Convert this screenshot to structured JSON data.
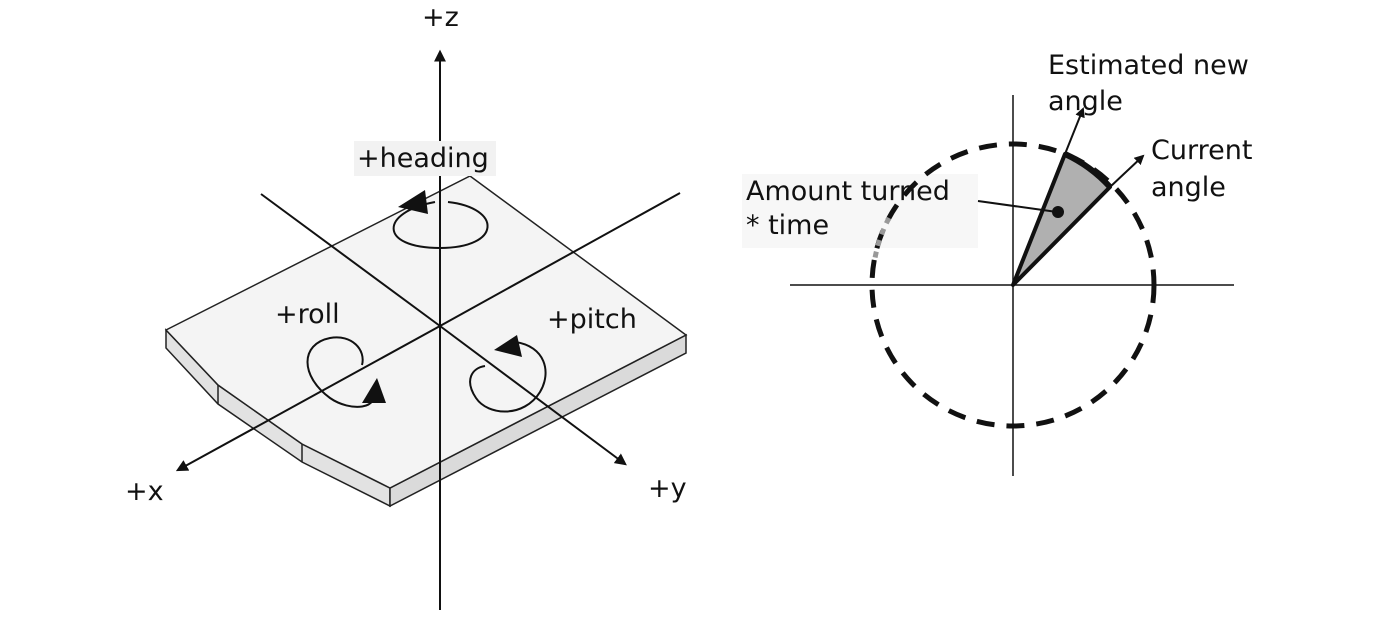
{
  "left_diagram": {
    "axis_z": "+z",
    "axis_x": "+x",
    "axis_y": "+y",
    "heading": "+heading",
    "roll": "+roll",
    "pitch": "+pitch"
  },
  "right_diagram": {
    "estimated_line1": "Estimated new",
    "estimated_line2": "angle",
    "current_line1": "Current",
    "current_line2": "angle",
    "amount_line1": "Amount turned",
    "amount_line2": "* time"
  }
}
